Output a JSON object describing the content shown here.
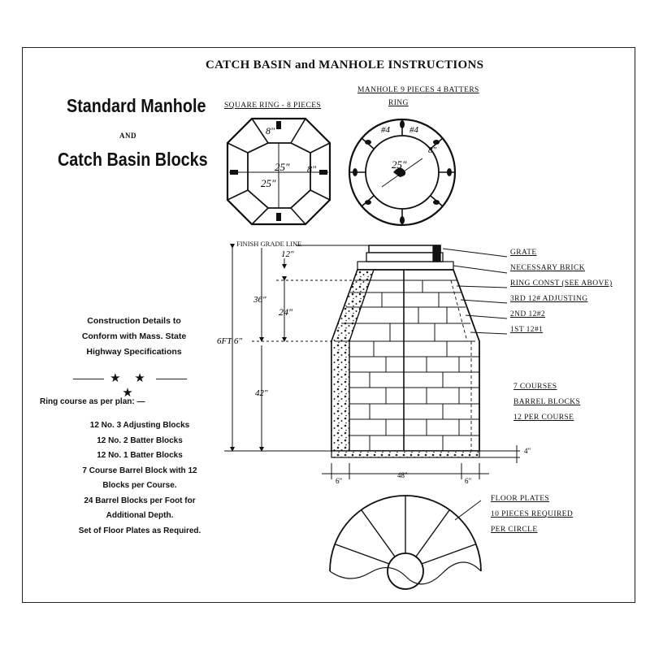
{
  "title": "CATCH BASIN and MANHOLE INSTRUCTIONS",
  "left_panel": {
    "heading_line1": "Standard Manhole",
    "heading_and": "AND",
    "heading_line2": "Catch Basin Blocks",
    "construction_lines": [
      "Construction Details to",
      "Conform with Mass. State",
      "Highway Specifications"
    ],
    "stars": "★ ★ ★",
    "ring_course_title": "Ring course as per plan: —",
    "requirements": [
      "12 No. 3 Adjusting Blocks",
      "12 No. 2 Batter Blocks",
      "12 No. 1 Batter Blocks",
      "7 Course Barrel Block with 12",
      "Blocks per Course.",
      "24 Barrel Blocks per Foot for",
      "Additional Depth.",
      "Set of Floor Plates as Required."
    ]
  },
  "square_ring": {
    "label": "SQUARE RING - 8 PIECES",
    "dim_top": "8\"",
    "dim_width": "25\"",
    "dim_height": "25\"",
    "dim_side": "8\""
  },
  "manhole_ring": {
    "label_line1": "MANHOLE 9 PIECES  4 BATTERS",
    "label_line2": "RING",
    "mark_a": "#4",
    "mark_b": "#4",
    "dim_side": "8\"",
    "dim_diameter": "25\""
  },
  "elevation": {
    "finish_grade_line": "FINISH GRADE LINE",
    "dim_top": "12\"",
    "dim_36": "36\"",
    "dim_24": "24\"",
    "dim_total": "6FT 6\"",
    "dim_42": "42\"",
    "dim_4": "4\"",
    "dim_left": "6\"",
    "dim_middle": "48\"",
    "dim_right": "6\"",
    "callouts": [
      "GRATE",
      "NECESSARY BRICK",
      "RING CONST (SEE ABOVE)",
      "3RD  12# ADJUSTING",
      "2ND  12#2",
      "1ST  12#1"
    ],
    "barrel_lines": [
      "7 COURSES",
      "BARREL BLOCKS",
      "12 PER COURSE"
    ]
  },
  "floor_plates": {
    "lines": [
      "FLOOR PLATES",
      "10 PIECES REQUIRED",
      "PER CIRCLE"
    ]
  }
}
